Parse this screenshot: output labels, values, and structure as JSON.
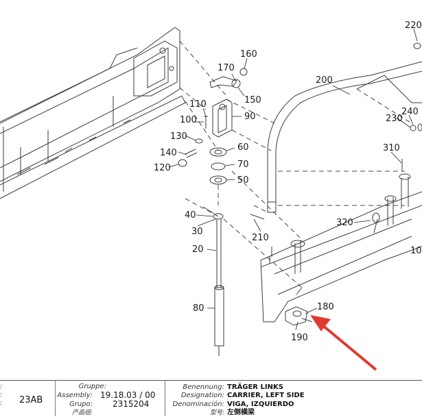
{
  "part_labels": [
    "220",
    "160",
    "170",
    "200",
    "150",
    "90",
    "110",
    "100",
    "240",
    "230",
    "130",
    "60",
    "140",
    "70",
    "120",
    "50",
    "310",
    "40",
    "30",
    "320",
    "210",
    "20",
    "180",
    "80",
    "190",
    "10"
  ],
  "title_block": {
    "left_value": "23AB",
    "gruppe_label": "Gruppe:",
    "assembly_label": "Assembly:",
    "grupo_label": "Grupo:",
    "cn_group_label": "产品组:",
    "assembly_value": "19.18.03 / 00",
    "grupo_value": "2315204",
    "benennung_label": "Benennung:",
    "designation_label": "Designation:",
    "denominacion_label": "Denominación:",
    "cn_model_label": "型号:",
    "benennung_value": "TRÄGER LINKS",
    "designation_value": "CARRIER, LEFT SIDE",
    "denominacion_value": "VIGA, IZQUIERDO",
    "cn_model_value": "左侧横梁"
  },
  "colors": {
    "line": "#3a3a3a",
    "arrow": "#e03a2e"
  }
}
